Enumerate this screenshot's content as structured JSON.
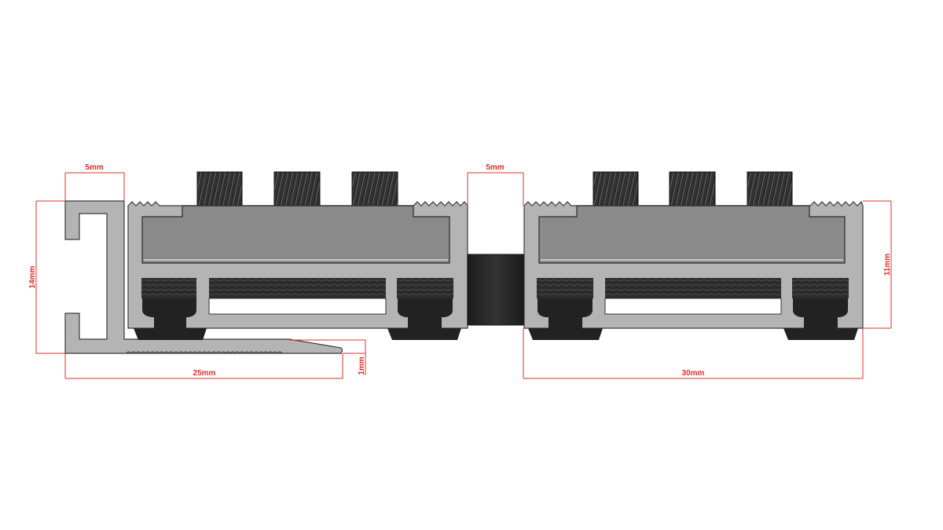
{
  "diagram": {
    "title": "Entrance mat profile cross-section",
    "colors": {
      "aluminium": "#b4b4b4",
      "aluminium_outline": "#3a3a3a",
      "insert": "#8a8a8a",
      "rubber": "#222222",
      "brush": "#2a2a2a",
      "dimension": "#e0302a",
      "background": "#ffffff"
    },
    "dimensions": {
      "ramp_top_width": "5mm",
      "ramp_height": "14mm",
      "ramp_depth": "25mm",
      "ramp_lip": "1mm",
      "gap_width": "5mm",
      "profile_height": "11mm",
      "profile_width": "30mm"
    },
    "components": {
      "ramp_edge": "Aluminium ramp edge profile",
      "left_profile": "Left aluminium mat profile with brush inserts",
      "connector": "Rubber spacer connector",
      "right_profile": "Right aluminium mat profile with brush inserts"
    }
  }
}
